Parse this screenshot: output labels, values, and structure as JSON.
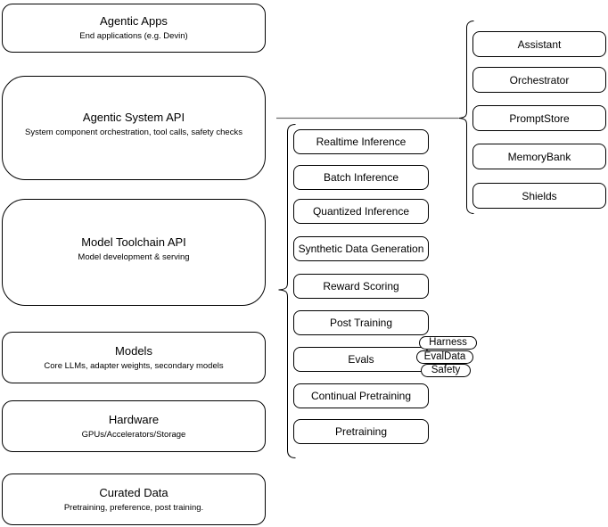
{
  "diagram": {
    "left_column": {
      "boxes": [
        {
          "title": "Agentic Apps",
          "subtitle": "End applications (e.g. Devin)"
        },
        {
          "title": "Agentic System API",
          "subtitle": "System component orchestration, tool calls, safety checks"
        },
        {
          "title": "Model Toolchain API",
          "subtitle": "Model development & serving"
        },
        {
          "title": "Models",
          "subtitle": "Core LLMs, adapter weights, secondary models"
        },
        {
          "title": "Hardware",
          "subtitle": "GPUs/Accelerators/Storage"
        },
        {
          "title": "Curated Data",
          "subtitle": "Pretraining, preference, post training."
        }
      ]
    },
    "middle_column": {
      "boxes": [
        "Realtime Inference",
        "Batch Inference",
        "Quantized Inference",
        "Synthetic Data Generation",
        "Reward Scoring",
        "Post Training",
        "Evals",
        "Continual Pretraining",
        "Pretraining"
      ],
      "eval_pills": [
        "Harness",
        "EvalData",
        "Safety"
      ]
    },
    "right_column": {
      "boxes": [
        "Assistant",
        "Orchestrator",
        "PromptStore",
        "MemoryBank",
        "Shields"
      ]
    },
    "colors": {
      "box_border": "#000000",
      "box_fill": "#ffffff",
      "bracket": "#000000",
      "connector": "#6e6e6e",
      "text": "#000000"
    }
  }
}
